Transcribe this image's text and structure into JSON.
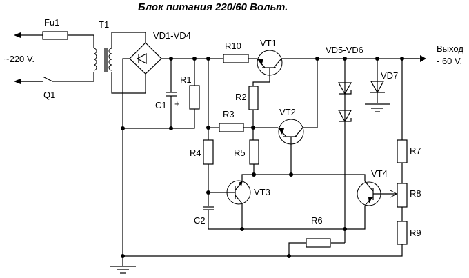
{
  "title": "Блок питания 220/60 Вольт.",
  "input": {
    "voltage_label": "~220 V."
  },
  "output": {
    "label": "Выход",
    "voltage_label": "- 60 V."
  },
  "components": {
    "fuse": "Fu1",
    "transformer": "T1",
    "bridge": "VD1-VD4",
    "switch": "Q1",
    "c1": "C1",
    "c1_polarity": "+",
    "c2": "C2",
    "r1": "R1",
    "r2": "R2",
    "r3": "R3",
    "r4": "R4",
    "r5": "R5",
    "r6": "R6",
    "r7": "R7",
    "r8": "R8",
    "r9": "R9",
    "r10": "R10",
    "vt1": "VT1",
    "vt2": "VT2",
    "vt3": "VT3",
    "vt4": "VT4",
    "vd5_vd6": "VD5-VD6",
    "vd7": "VD7"
  }
}
